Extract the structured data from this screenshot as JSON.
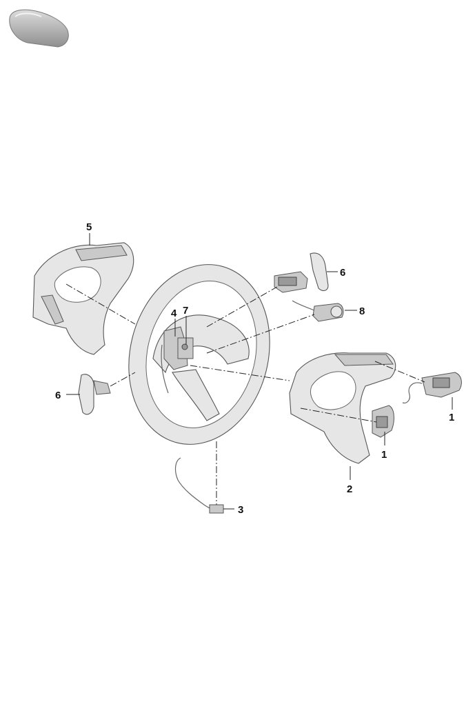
{
  "diagram": {
    "callouts": {
      "c1a": "1",
      "c1b": "1",
      "c2": "2",
      "c3": "3",
      "c4": "4",
      "c5": "5",
      "c6a": "6",
      "c6b": "6",
      "c7": "7",
      "c8": "8"
    }
  },
  "colors": {
    "part_fill": "#e6e6e6",
    "part_outline": "#555555",
    "callout_text": "#111111"
  },
  "icons": {
    "header": "car-silhouette-icon"
  }
}
